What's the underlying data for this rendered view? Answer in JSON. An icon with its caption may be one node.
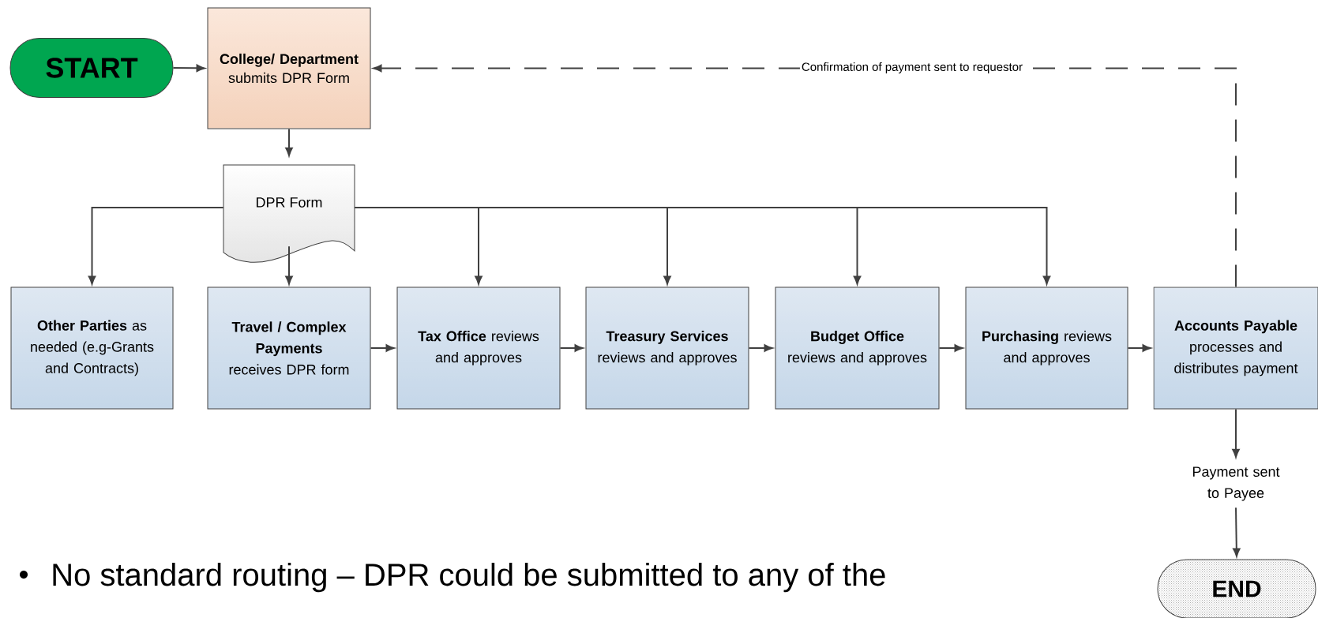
{
  "diagram": {
    "nodes": [
      {
        "text": [
          "START"
        ]
      },
      {
        "text": [
          "**College/ Department** submits DPR Form"
        ]
      },
      {
        "text": [
          "DPR Form"
        ]
      },
      {
        "text": [
          "**Other Parties** as needed (e.g-Grants and Contracts)"
        ]
      },
      {
        "text": [
          "**Travel / Complex Payments** receives DPR form"
        ]
      },
      {
        "text": [
          "**Tax Office** reviews and approves"
        ]
      },
      {
        "text": [
          "**Treasury Services** reviews and approves"
        ]
      },
      {
        "text": [
          "**Budget Office** reviews and approves"
        ]
      },
      {
        "text": [
          "**Purchasing** reviews and approves"
        ]
      },
      {
        "text": [
          "**Accounts Payable** processes and distributes payment"
        ]
      },
      {
        "text": [
          "Payment sent to Payee"
        ]
      },
      {
        "text": [
          "END"
        ]
      }
    ],
    "edges": [
      {
        "from": 0,
        "to": 1,
        "arrow": "to"
      },
      {
        "from": 1,
        "to": 2,
        "arrow": "to"
      },
      {
        "from": 2,
        "to": 3,
        "arrow": "to"
      },
      {
        "from": 2,
        "to": 4,
        "arrow": "to"
      },
      {
        "from": 2,
        "to": 5,
        "arrow": "to"
      },
      {
        "from": 2,
        "to": 6,
        "arrow": "to"
      },
      {
        "from": 2,
        "to": 7,
        "arrow": "to"
      },
      {
        "from": 2,
        "to": 8,
        "arrow": "to"
      },
      {
        "from": 4,
        "to": 5,
        "arrow": "to"
      },
      {
        "from": 5,
        "to": 6,
        "arrow": "to"
      },
      {
        "from": 6,
        "to": 7,
        "arrow": "to"
      },
      {
        "from": 7,
        "to": 8,
        "arrow": "to"
      },
      {
        "from": 8,
        "to": 9,
        "arrow": "to"
      },
      {
        "from": 9,
        "to": 1,
        "arrow": "to",
        "style": "dashed",
        "label": "Confirmation of payment sent to requestor"
      },
      {
        "from": 9,
        "to": 10,
        "arrow": "to"
      },
      {
        "from": 10,
        "to": 11,
        "arrow": "to"
      }
    ],
    "labels": [
      "No standard routing – DPR could be submitted to any of the"
    ]
  }
}
